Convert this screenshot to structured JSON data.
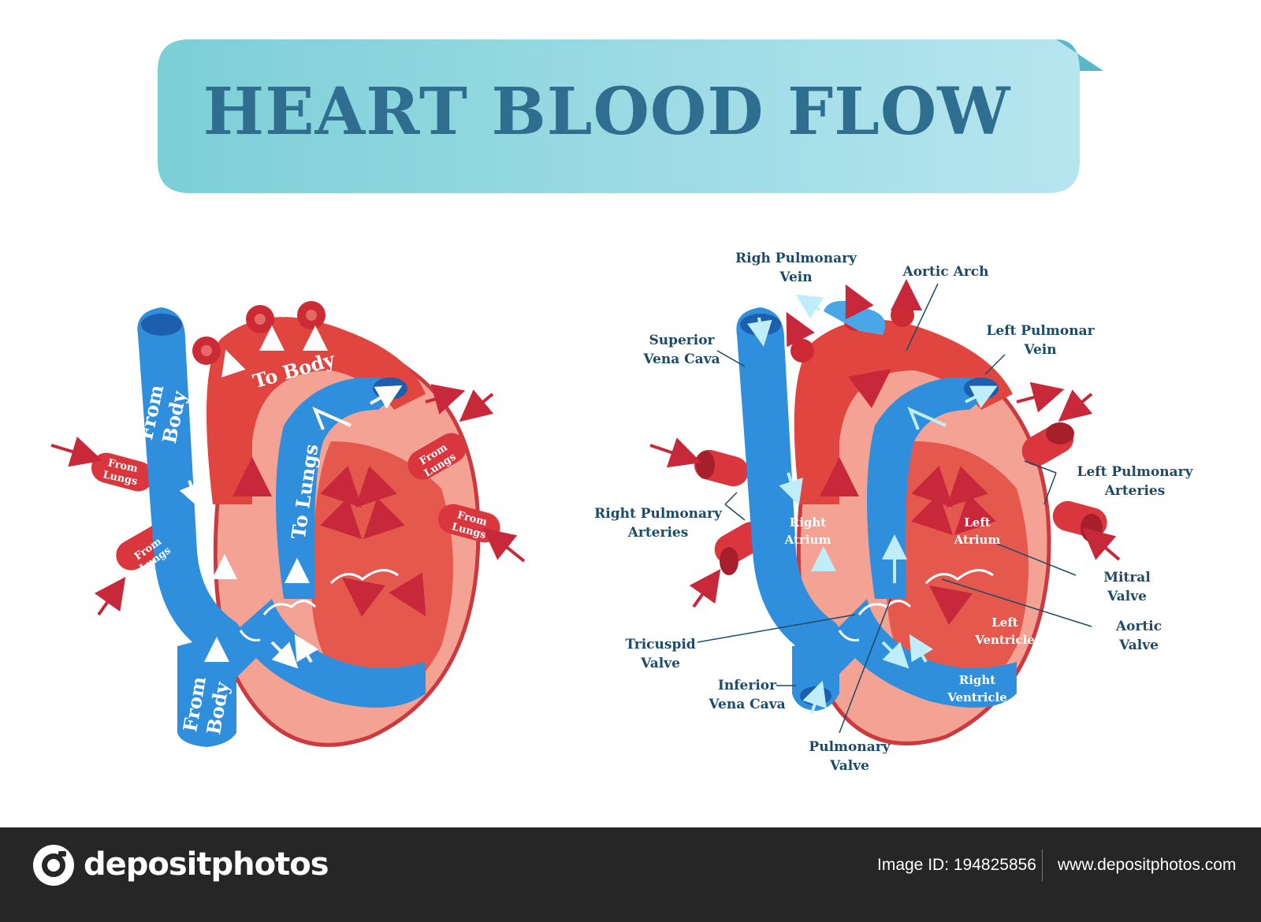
{
  "title": "HEART BLOOD FLOW",
  "left_diagram": {
    "labels": {
      "from_body_top": [
        "From",
        "Body"
      ],
      "to_body": "To Body",
      "to_lungs": "To Lungs",
      "from_lungs_left_upper": [
        "From",
        "Lungs"
      ],
      "from_lungs_left_lower": [
        "From",
        "Lungs"
      ],
      "from_lungs_right_upper": [
        "From",
        "Lungs"
      ],
      "from_lungs_right_lower": [
        "From",
        "Lungs"
      ],
      "from_body_bottom": [
        "From",
        "Body"
      ]
    }
  },
  "right_diagram": {
    "labels": {
      "righ_pulmonary_vein": [
        "Righ Pulmonary",
        "Vein"
      ],
      "aortic_arch": "Aortic Arch",
      "superior_vena_cava": [
        "Superior",
        "Vena Cava"
      ],
      "left_pulmonar_vein": [
        "Left Pulmonar",
        "Vein"
      ],
      "left_pulmonary_arteries": [
        "Left Pulmonary",
        "Arteries"
      ],
      "right_pulmonary_arteries": [
        "Right Pulmonary",
        "Arteries"
      ],
      "right_atrium": [
        "Right",
        "Atrium"
      ],
      "left_atrium": [
        "Left",
        "Atrium"
      ],
      "mitral_valve": [
        "Mitral",
        "Valve"
      ],
      "left_ventricle": [
        "Left",
        "Ventricle"
      ],
      "aortic_valve": [
        "Aortic",
        "Valve"
      ],
      "tricuspid_valve": [
        "Tricuspid",
        "Valve"
      ],
      "inferior_vena_cava": [
        "Inferior",
        "Vena Cava"
      ],
      "right_ventricle": [
        "Right",
        "Ventricle"
      ],
      "pulmonary_valve": [
        "Pulmonary",
        "Valve"
      ]
    }
  },
  "colors": {
    "blood_red": "#d9363e",
    "blood_blue": "#2f8fdc",
    "tissue": "#f3a293",
    "label_text": "#1d4a66",
    "title_text": "#2f6e8f"
  },
  "footer": {
    "brand": "depositphotos",
    "image_id": "Image ID: 194825856",
    "site": "www.depositphotos.com"
  }
}
